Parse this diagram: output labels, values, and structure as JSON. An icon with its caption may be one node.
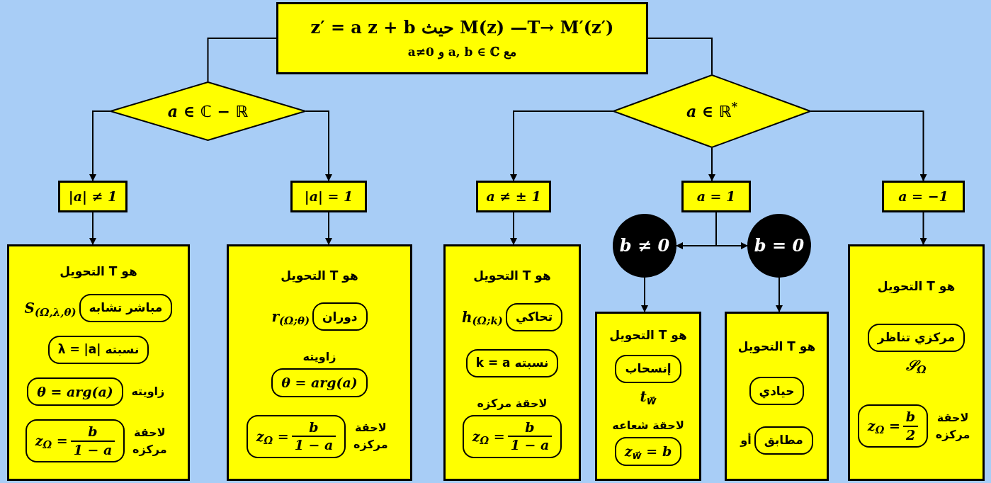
{
  "diagram": {
    "nodes": [
      {
        "text": [
          "z′ = a z + b حيث M(z) —T→ M′(z′)",
          "a≠0 و a, b ∈ ℂ مع"
        ]
      },
      {
        "text": [
          "a ∈ ℂ − ℝ"
        ]
      },
      {
        "text": [
          "a ∈ ℝ$^{*}$"
        ]
      },
      {
        "text": [
          "|a| ≠ 1"
        ]
      },
      {
        "text": [
          "|a| = 1"
        ]
      },
      {
        "text": [
          "a ≠ ± 1"
        ]
      },
      {
        "text": [
          "a = 1"
        ]
      },
      {
        "text": [
          "a = −1"
        ]
      },
      {
        "text": [
          "b ≠ 0"
        ]
      },
      {
        "text": [
          "b = 0"
        ]
      },
      {
        "text": [
          "التحويل T هو"
        ]
      },
      {
        "text": [
          "مباشر تشابه"
        ],
        "in": 10,
        "beside": [
          "S$_{(Ω,λ,θ)}$"
        ]
      },
      {
        "text": [
          "λ = |a| نسبته"
        ],
        "in": 10
      },
      {
        "text": [
          "θ = arg(a)"
        ],
        "in": 10,
        "beside": [
          "زاويته"
        ]
      },
      {
        "text": [
          "z$_{Ω}$ =",
          "b",
          "1 − a"
        ],
        "in": 10,
        "beside": [
          "لاحقة مركزه"
        ]
      },
      {
        "text": [
          "التحويل T هو"
        ]
      },
      {
        "text": [
          "دوران"
        ],
        "in": 15,
        "beside": [
          "r$_{(Ω;θ)}$"
        ]
      },
      {
        "text": [
          "θ = arg(a)"
        ],
        "in": 15,
        "beside": [
          "زاويته"
        ]
      },
      {
        "text": [
          "z$_{Ω}$ =",
          "b",
          "1 − a"
        ],
        "in": 15,
        "beside": [
          "لاحقة مركزه"
        ]
      },
      {
        "text": [
          "التحويل T هو"
        ]
      },
      {
        "text": [
          "تحاكي"
        ],
        "in": 19,
        "beside": [
          "h$_{(Ω;k)}$"
        ]
      },
      {
        "text": [
          "k = a نسبته"
        ],
        "in": 19
      },
      {
        "text": [
          "z$_{Ω}$ =",
          "b",
          "1 − a"
        ],
        "in": 19,
        "beside": [
          "لاحقة مركزه"
        ]
      },
      {
        "text": [
          "التحويل T هو"
        ]
      },
      {
        "text": [
          "إنسحاب"
        ],
        "in": 23,
        "beside": [
          "t$_{w⃗}$"
        ]
      },
      {
        "text": [
          "z$_{w⃗}$ = b"
        ],
        "in": 23,
        "beside": [
          "لاحقة شعاعه"
        ]
      },
      {
        "text": [
          "التحويل T هو"
        ]
      },
      {
        "text": [
          "حيادي"
        ],
        "in": 26
      },
      {
        "text": [
          "مطابق"
        ],
        "in": 26,
        "beside": [
          "أو"
        ]
      },
      {
        "text": [
          "التحويل T هو"
        ]
      },
      {
        "text": [
          "مركزي تناظر"
        ],
        "in": 29,
        "beside": [
          "𝒮$_{Ω}$"
        ]
      },
      {
        "text": [
          "z$_{Ω}$ =",
          "b",
          "2"
        ],
        "in": 29,
        "beside": [
          "لاحقة مركزه"
        ]
      }
    ],
    "edges": [
      {
        "from": 0,
        "to": 1,
        "arrow": "none"
      },
      {
        "from": 0,
        "to": 2,
        "arrow": "none"
      },
      {
        "from": 1,
        "to": 3,
        "arrow": "to"
      },
      {
        "from": 1,
        "to": 4,
        "arrow": "to"
      },
      {
        "from": 2,
        "to": 5,
        "arrow": "to"
      },
      {
        "from": 2,
        "to": 6,
        "arrow": "to"
      },
      {
        "from": 2,
        "to": 7,
        "arrow": "to"
      },
      {
        "from": 3,
        "to": 10,
        "arrow": "to"
      },
      {
        "from": 4,
        "to": 15,
        "arrow": "to"
      },
      {
        "from": 5,
        "to": 19,
        "arrow": "to"
      },
      {
        "from": 6,
        "to": 8,
        "arrow": "to"
      },
      {
        "from": 6,
        "to": 9,
        "arrow": "to"
      },
      {
        "from": 7,
        "to": 29,
        "arrow": "to"
      },
      {
        "from": 8,
        "to": 23,
        "arrow": "to"
      },
      {
        "from": 9,
        "to": 26,
        "arrow": "to"
      }
    ]
  }
}
